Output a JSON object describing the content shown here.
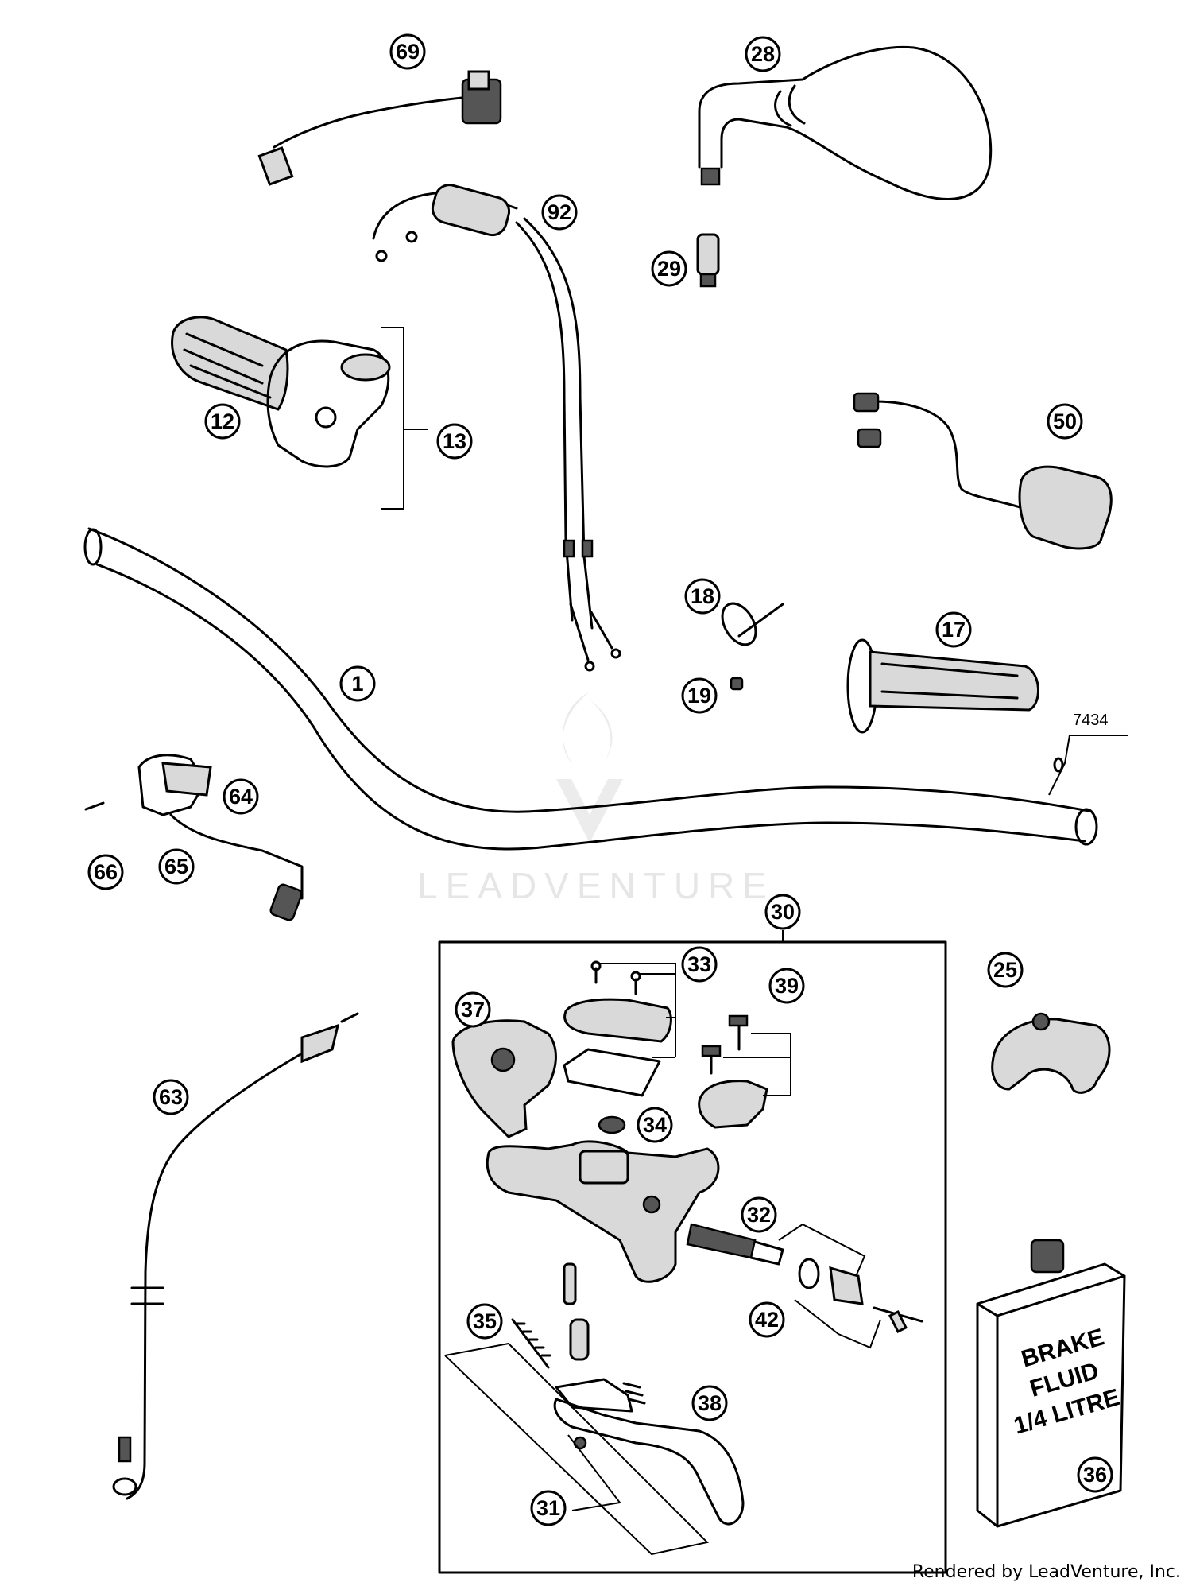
{
  "watermark": "LEADVENTURE",
  "footer_credit": "Rendered by LeadVenture, Inc.",
  "bottle_label": [
    "BRAKE",
    "FLUID",
    "1/4 LITRE"
  ],
  "text_labels": [
    {
      "id": "7434",
      "text": "7434"
    }
  ],
  "callouts": [
    {
      "id": "1",
      "text": "1"
    },
    {
      "id": "12",
      "text": "12"
    },
    {
      "id": "13",
      "text": "13"
    },
    {
      "id": "17",
      "text": "17"
    },
    {
      "id": "18",
      "text": "18"
    },
    {
      "id": "19",
      "text": "19"
    },
    {
      "id": "25",
      "text": "25"
    },
    {
      "id": "28",
      "text": "28"
    },
    {
      "id": "29",
      "text": "29"
    },
    {
      "id": "30",
      "text": "30"
    },
    {
      "id": "31",
      "text": "31"
    },
    {
      "id": "32",
      "text": "32"
    },
    {
      "id": "33",
      "text": "33"
    },
    {
      "id": "34",
      "text": "34"
    },
    {
      "id": "35",
      "text": "35"
    },
    {
      "id": "36",
      "text": "36"
    },
    {
      "id": "37",
      "text": "37"
    },
    {
      "id": "38",
      "text": "38"
    },
    {
      "id": "39",
      "text": "39"
    },
    {
      "id": "42",
      "text": "42"
    },
    {
      "id": "50",
      "text": "50"
    },
    {
      "id": "63",
      "text": "63"
    },
    {
      "id": "64",
      "text": "64"
    },
    {
      "id": "65",
      "text": "65"
    },
    {
      "id": "66",
      "text": "66"
    },
    {
      "id": "69",
      "text": "69"
    },
    {
      "id": "92",
      "text": "92"
    }
  ]
}
